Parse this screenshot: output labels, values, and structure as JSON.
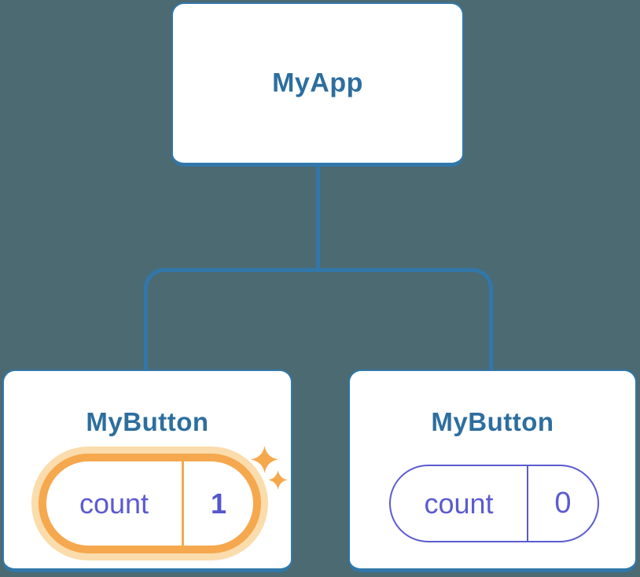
{
  "diagram": {
    "description": "Component tree diagram with isolated state",
    "colors": {
      "background": "#4c6a72",
      "node_border_blue": "#3177a9",
      "node_title_blue": "#2d6e9e",
      "state_purple": "#5b5bd1",
      "highlight_orange": "#f5a84e",
      "highlight_glow": "#fbdcac",
      "sparkle_orange": "#f6a94c"
    }
  },
  "tree": {
    "root": {
      "label": "MyApp"
    },
    "children": [
      {
        "label": "MyButton",
        "highlighted": true,
        "state": {
          "name": "count",
          "value": "1"
        }
      },
      {
        "label": "MyButton",
        "highlighted": false,
        "state": {
          "name": "count",
          "value": "0"
        }
      }
    ]
  }
}
